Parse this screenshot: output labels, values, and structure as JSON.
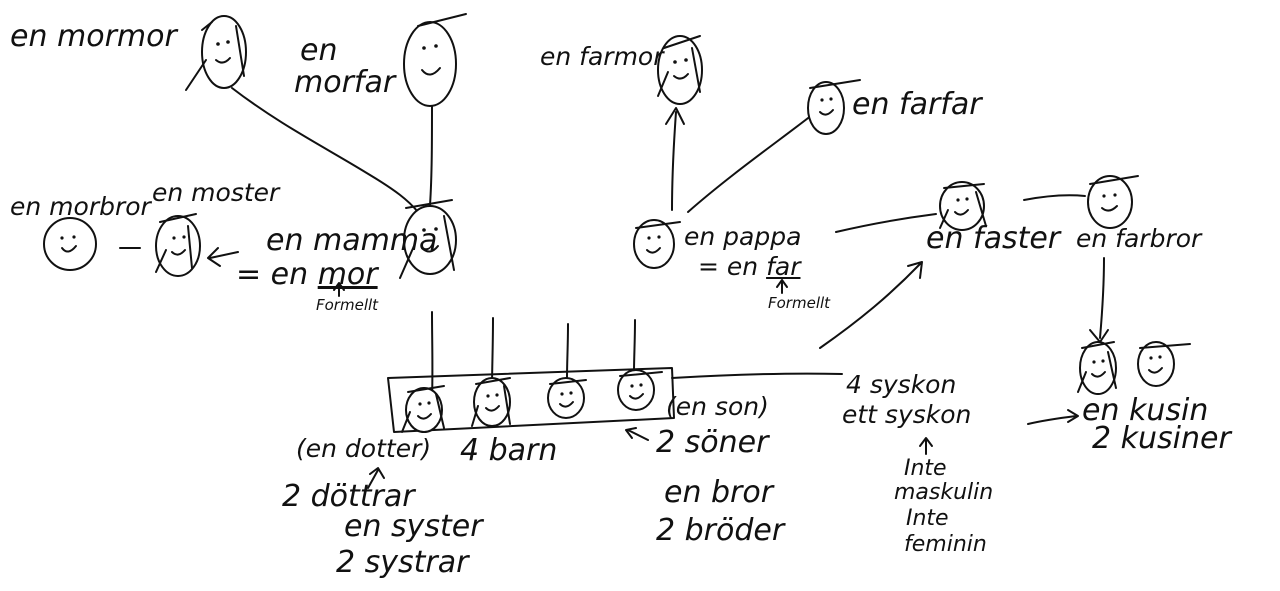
{
  "colors": {
    "ink": "#111111",
    "background": "#ffffff"
  },
  "labels": {
    "mormor": "en mormor",
    "morfar_1": "en",
    "morfar_2": "morfar",
    "farmor": "en farmor",
    "farfar": "en farfar",
    "morbror": "en morbror",
    "moster": "en moster",
    "mamma_1": "en mamma",
    "mamma_2_prefix": "= en ",
    "mamma_2_word": "mor",
    "mamma_formellt": "Formellt",
    "pappa_1": "en pappa",
    "pappa_2_prefix": "= en ",
    "pappa_2_word": "far",
    "pappa_formellt": "Formellt",
    "faster": "en faster",
    "farbror": "en farbror",
    "dotter": "(en dotter)",
    "dottrar": "2 döttrar",
    "syster": "en syster",
    "systrar": "2 systrar",
    "barn": "4 barn",
    "son": "(en son)",
    "soner": "2 söner",
    "bror": "en bror",
    "broder": "2 bröder",
    "syskon_1": "4 syskon",
    "syskon_2": "ett syskon",
    "inte_1": "Inte",
    "inte_2": "maskulin",
    "inte_3": "Inte",
    "inte_4": "feminin",
    "kusin": "en kusin",
    "kusiner": "2 kusiner"
  }
}
